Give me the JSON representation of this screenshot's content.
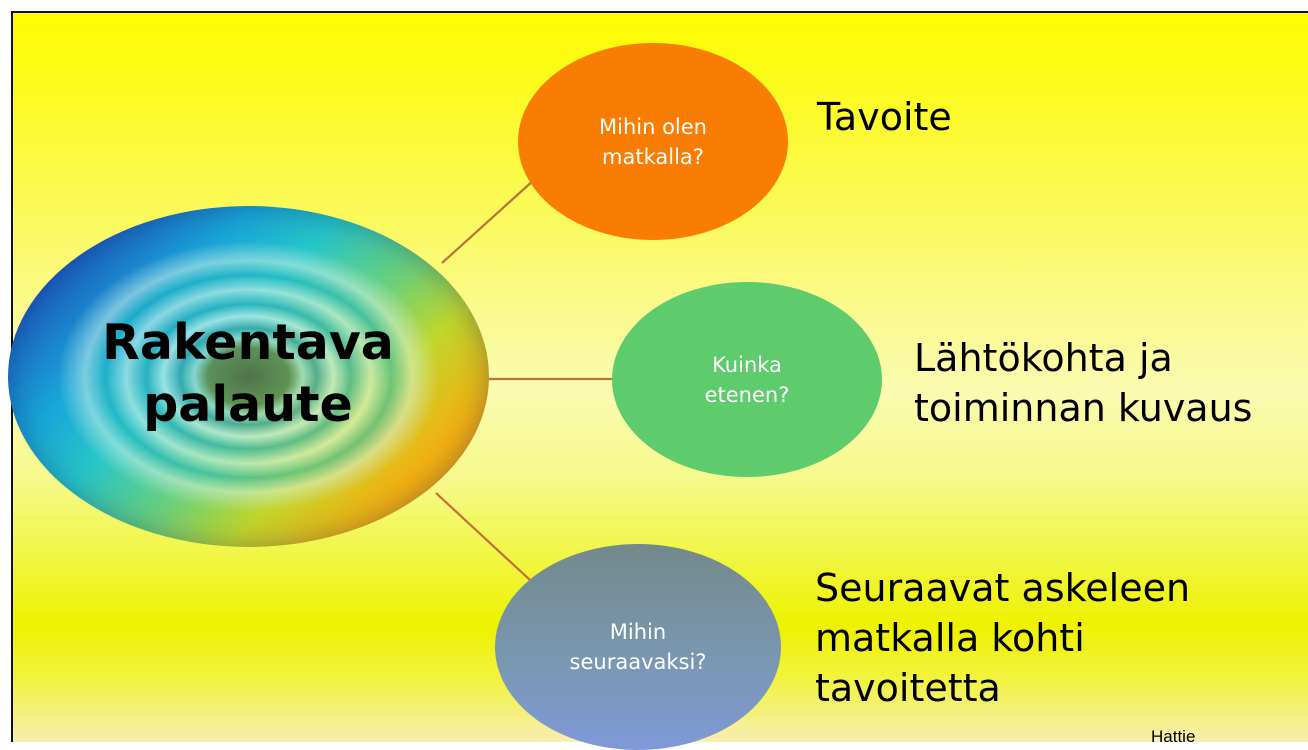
{
  "diagram": {
    "center": {
      "title": "Rakentava\npalaute"
    },
    "nodes": [
      {
        "question": "Mihin olen\nmatkalla?",
        "description": "Tavoite",
        "color": "#f87d02"
      },
      {
        "question": "Kuinka\netenen?",
        "description": "Lähtökohta ja toiminnan kuvaus",
        "color": "#5ecb6d"
      },
      {
        "question": "Mihin\nseuraavaksi?",
        "description": "Seuraavat askeleen matkalla kohti tavoitetta",
        "color": "#7a95c0"
      }
    ],
    "connector_color": "#c0703a",
    "credit": "Hattie"
  },
  "colors": {
    "background_top": "#fffd00",
    "background_mid": "#fafbb0",
    "border": "#111111"
  }
}
